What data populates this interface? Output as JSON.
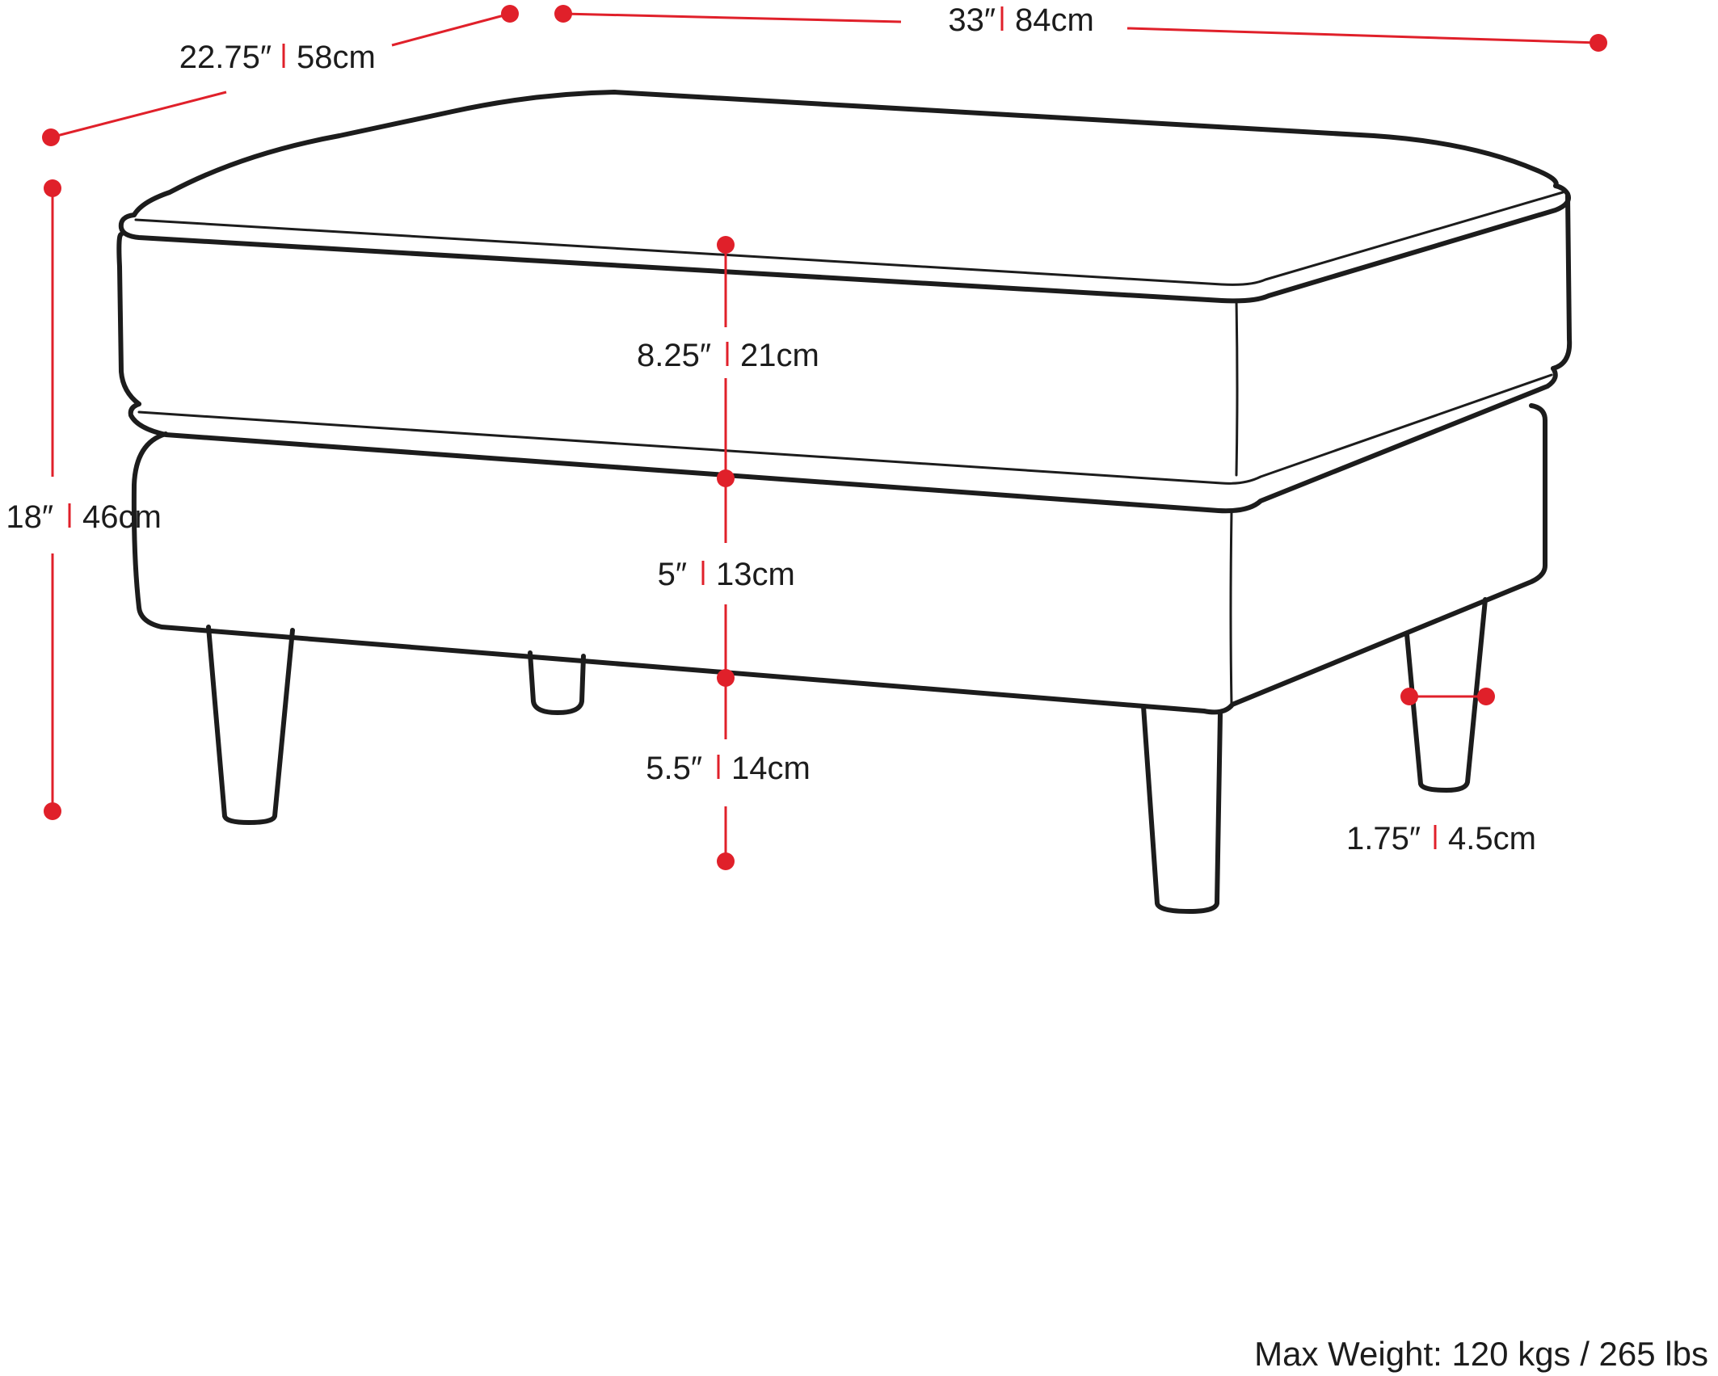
{
  "dimensions": {
    "width": {
      "imperial": "33″",
      "metric": "84cm"
    },
    "depth": {
      "imperial": "22.75″",
      "metric": "58cm"
    },
    "height": {
      "imperial": "18″",
      "metric": "46cm"
    },
    "cushion": {
      "imperial": "8.25″",
      "metric": "21cm"
    },
    "base": {
      "imperial": "5″",
      "metric": "13cm"
    },
    "leg_height": {
      "imperial": "5.5″",
      "metric": "14cm"
    },
    "leg_width": {
      "imperial": "1.75″",
      "metric": "4.5cm"
    }
  },
  "max_weight": "Max Weight: 120 kgs / 265 lbs",
  "colors": {
    "accent": "#e0202a",
    "outline": "#1c1c1c",
    "background": "#ffffff"
  }
}
